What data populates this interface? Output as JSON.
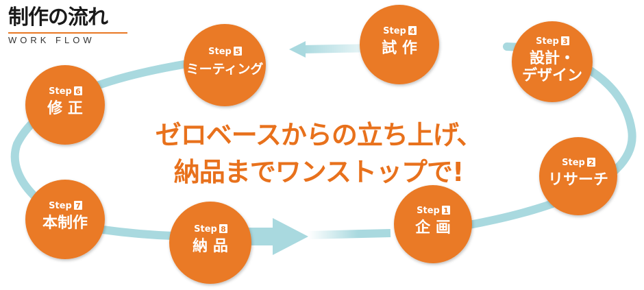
{
  "title": {
    "main": "制作の流れ",
    "sub": "WORK FLOW"
  },
  "headline": {
    "line1": "ゼロベースからの立ち上げ、",
    "line2": "納品までワンストップで!"
  },
  "steps": [
    {
      "label": "Step",
      "num": "1",
      "name": [
        "企 画"
      ]
    },
    {
      "label": "Step",
      "num": "2",
      "name": [
        "リサーチ"
      ]
    },
    {
      "label": "Step",
      "num": "3",
      "name": [
        "設計・",
        "デザイン"
      ]
    },
    {
      "label": "Step",
      "num": "4",
      "name": [
        "試 作"
      ]
    },
    {
      "label": "Step",
      "num": "5",
      "name": [
        "ミーティング"
      ]
    },
    {
      "label": "Step",
      "num": "6",
      "name": [
        "修 正"
      ]
    },
    {
      "label": "Step",
      "num": "7",
      "name": [
        "本制作"
      ]
    },
    {
      "label": "Step",
      "num": "8",
      "name": [
        "納 品"
      ]
    }
  ],
  "colors": {
    "circle": "#ea7a25",
    "flow": "#a9d9df",
    "headline": "#e8711c",
    "title_rule": "#e87722"
  }
}
